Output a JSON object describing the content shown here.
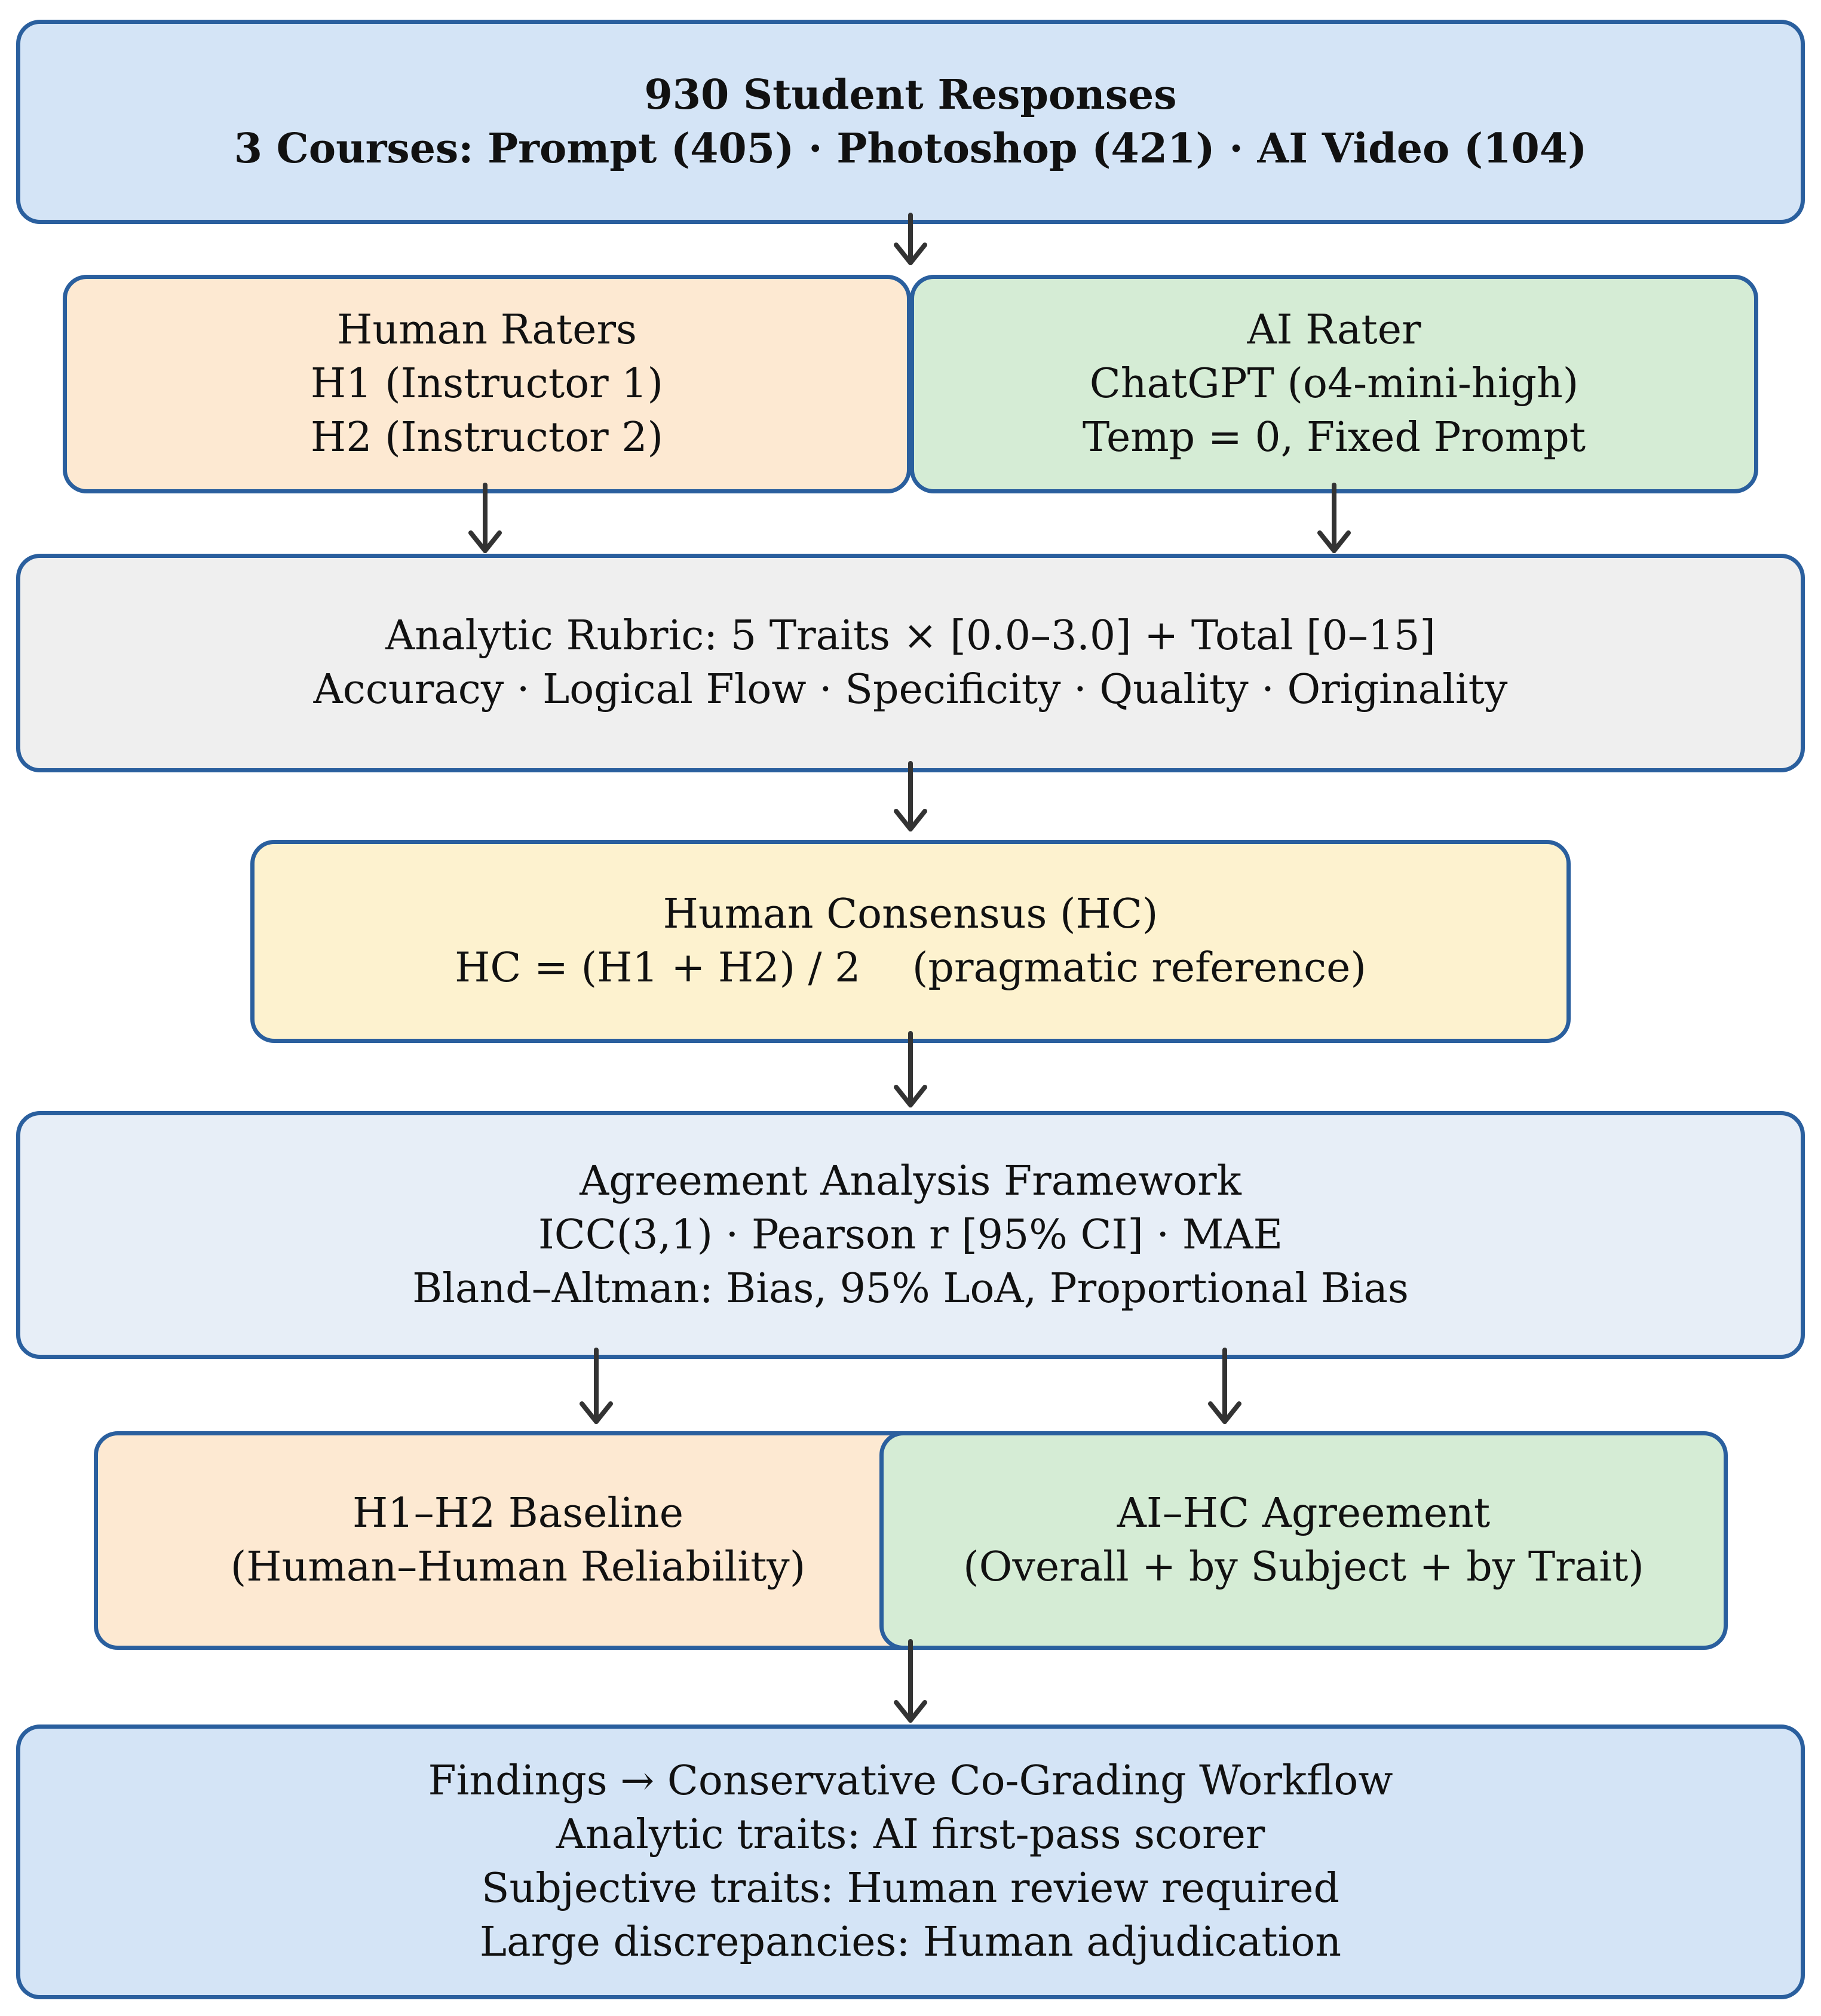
{
  "colors": {
    "border": "#2a5f9e",
    "arrow": "#333333",
    "blue": "#d4e4f6",
    "peach": "#fde9d2",
    "green": "#d5ecd5",
    "gray": "#efefef",
    "yellow": "#fdf2cf",
    "light_blue": "#e7eef7"
  },
  "top": {
    "line1": "930 Student Responses",
    "line2": "3 Courses: Prompt (405)  ·  Photoshop (421)  ·  AI Video (104)"
  },
  "human_raters": {
    "title": "Human Raters",
    "line1": "H1 (Instructor 1)",
    "line2": "H2 (Instructor 2)"
  },
  "ai_rater": {
    "title": "AI Rater",
    "line1": "ChatGPT (o4-mini-high)",
    "line2": "Temp = 0, Fixed Prompt"
  },
  "rubric": {
    "line1": "Analytic Rubric: 5 Traits × [0.0–3.0]  +  Total [0–15]",
    "line2": "Accuracy  ·  Logical Flow  ·  Specificity  ·  Quality  ·  Originality"
  },
  "consensus": {
    "title": "Human Consensus (HC)",
    "line1": "HC = (H1 + H2) / 2    (pragmatic reference)"
  },
  "framework": {
    "title": "Agreement Analysis Framework",
    "line1": "ICC(3,1)  ·  Pearson r [95% CI]  ·  MAE",
    "line2": "Bland–Altman: Bias, 95% LoA, Proportional Bias"
  },
  "baseline": {
    "title": "H1–H2 Baseline",
    "line1": "(Human–Human Reliability)"
  },
  "ai_hc": {
    "title": "AI–HC Agreement",
    "line1": "(Overall + by Subject + by Trait)"
  },
  "findings": {
    "title": "Findings → Conservative Co-Grading Workflow",
    "line1": "Analytic traits: AI first-pass scorer",
    "line2": "Subjective traits: Human review required",
    "line3": "Large discrepancies: Human adjudication"
  }
}
